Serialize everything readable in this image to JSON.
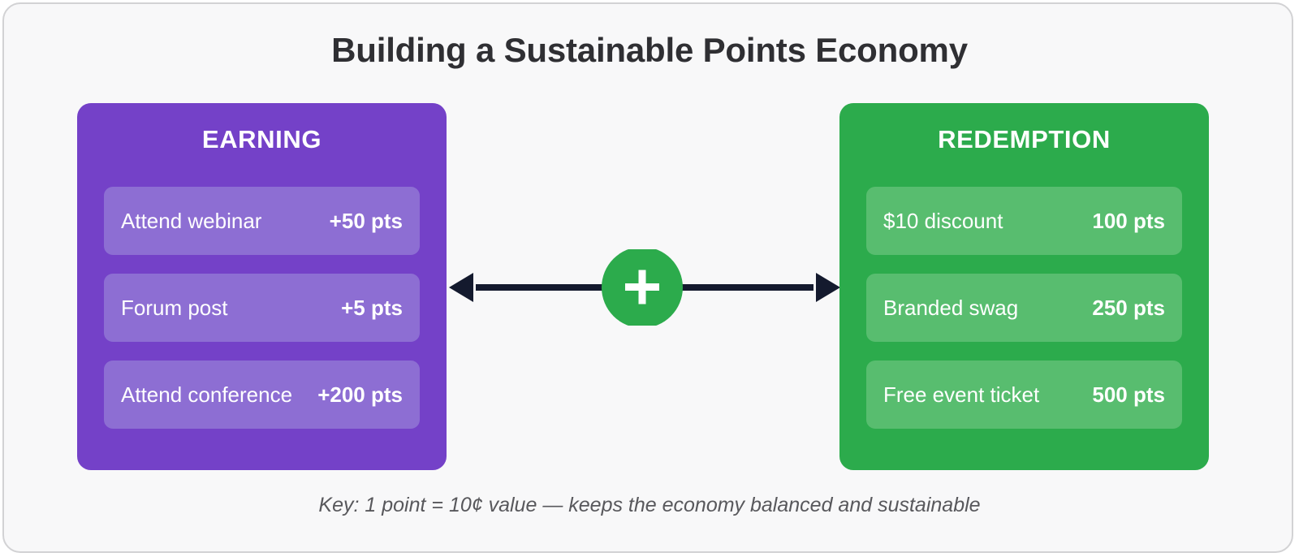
{
  "header": {
    "title": "Building a Sustainable Points Economy"
  },
  "colors": {
    "page_background": "#ffffff",
    "card_background": "#f8f8f9",
    "card_border": "#d2d2d4",
    "earning_panel": "#7441c8",
    "earning_chip": "#8d6ed3",
    "redemption_panel": "#2cab4c",
    "redemption_chip": "#58bd6f",
    "connector_line": "#141a2e",
    "hub_circle": "#2cab4c",
    "title_text": "#2f2f33",
    "caption_text": "#58585c",
    "panel_text": "#ffffff"
  },
  "earning": {
    "title": "EARNING",
    "items": [
      {
        "label": "Attend webinar",
        "value": "+50 pts"
      },
      {
        "label": "Forum post",
        "value": "+5 pts"
      },
      {
        "label": "Attend conference",
        "value": "+200 pts"
      }
    ]
  },
  "redemption": {
    "title": "REDEMPTION",
    "items": [
      {
        "label": "$10 discount",
        "value": "100 pts"
      },
      {
        "label": "Branded swag",
        "value": "250 pts"
      },
      {
        "label": "Free event ticket",
        "value": "500 pts"
      }
    ]
  },
  "connector": {
    "hub_icon": "plus-icon",
    "hub_symbol": "+",
    "left_arrow_icon": "arrow-left-icon",
    "right_arrow_icon": "arrow-right-icon"
  },
  "footer": {
    "caption": "Key: 1 point = 10¢ value — keeps the economy balanced and sustainable"
  }
}
